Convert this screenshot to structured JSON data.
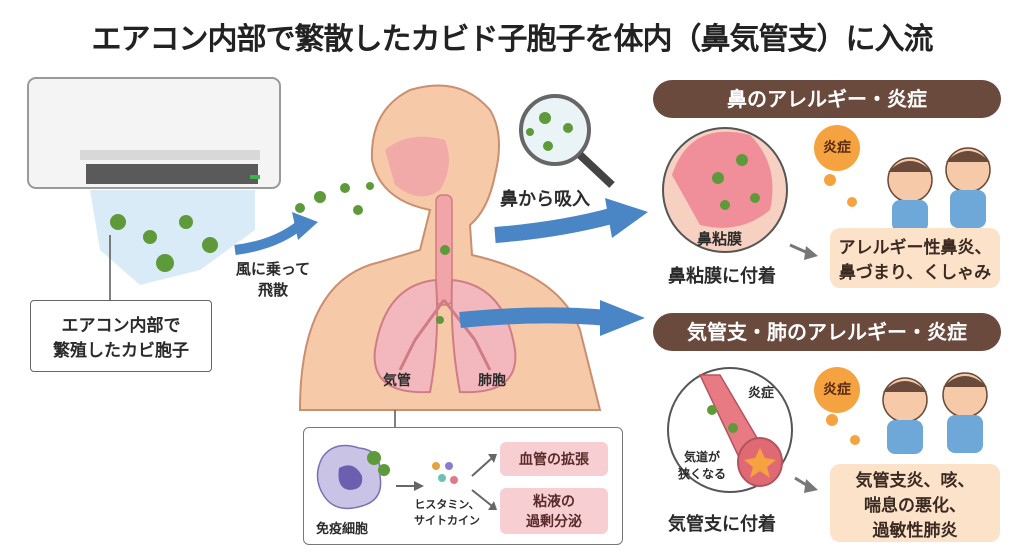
{
  "title": "エアコン内部で繁散したカビド子胞子を体内（鼻気管支）に入流",
  "labels": {
    "source_line1": "エアコン内部で",
    "source_line2": "繁殖したカビ胞子",
    "wind_line1": "風に乗って",
    "wind_line2": "飛散",
    "inhale": "鼻から吸入",
    "trachea": "気管",
    "lung": "肺胞"
  },
  "nose_section": {
    "header": "鼻のアレルギー・炎症",
    "mucosa_label": "鼻粘膜",
    "attach": "鼻粘膜に付着",
    "badge": "炎症",
    "effect_line1": "アレルギー性鼻炎、",
    "effect_line2": "鼻づまり、くしゃみ"
  },
  "bronchi_section": {
    "header": "気管支・肺のアレルギー・炎症",
    "inflammation": "炎症",
    "airway_line1": "気道が",
    "airway_line2": "狭くなる",
    "attach": "気管支に付着",
    "badge": "炎症",
    "effect_line1": "気管支炎、咳、",
    "effect_line2": "喘息の悪化、",
    "effect_line3": "過敏性肺炎"
  },
  "immune": {
    "cell_label": "免疫細胞",
    "chem_line1": "ヒスタミン、",
    "chem_line2": "サイトカイン",
    "effect1": "血管の拡張",
    "effect2_line1": "粘液の",
    "effect2_line2": "過剰分泌"
  },
  "colors": {
    "pill": "#6b4a3e",
    "effect_bg": "#fbe2c9",
    "arrow": "#4a86c5",
    "spore": "#5e9a3a",
    "skin": "#f6c9a8",
    "lung": "#f3b8be",
    "badge": "#f4a340"
  }
}
